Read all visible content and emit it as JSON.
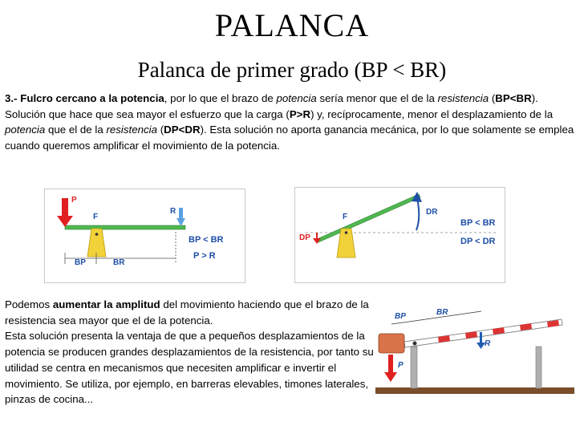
{
  "title": "PALANCA",
  "subtitle": "Palanca de primer grado (BP < BR)",
  "para1": {
    "prefix_bold": "3.- Fulcro cercano a la potencia",
    "t1": ", por lo que el brazo de ",
    "potencia1": "potencia",
    "t2": " sería menor que el de la ",
    "resistencia1": "resistencia",
    "t3": " (",
    "bp_br": "BP<BR",
    "t4": ").",
    "t5": "Solución que hace que sea mayor el esfuerzo que la carga (",
    "p_r": "P>R",
    "t6": ") y, recíprocamente, menor el desplazamiento de la ",
    "potencia2": "potencia",
    "t7": " que el de la ",
    "resistencia2": "resistencia",
    "t8": " (",
    "dp_dr": "DP<DR",
    "t9": "). Esta solución no aporta ganancia mecánica, por lo que solamente se emplea cuando queremos amplificar el movimiento de la potencia."
  },
  "para2": {
    "t1": "Podemos ",
    "bold": "aumentar la amplitud",
    "t2": " del movimiento haciendo que el brazo de la resistencia sea mayor que el de la potencia.",
    "t3": "Esta solución presenta la ventaja de que a pequeños desplazamientos de la potencia se producen grandes desplazamientos de la resistencia, por tanto su utilidad se centra en mecanismos que necesiten amplificar e invertir el movimiento. Se utiliza, por ejemplo, en barreras elevables, timones laterales, pinzas de cocina..."
  },
  "fig1": {
    "p": "P",
    "f": "F",
    "r": "R",
    "bp_br": "BP < BR",
    "p_r": "P > R",
    "bp": "BP",
    "br": "BR"
  },
  "fig2": {
    "f": "F",
    "dr": "DR",
    "dp": "DP",
    "bp_br": "BP < BR",
    "dp_dr": "DP < DR"
  },
  "fig3": {
    "bp": "BP",
    "br": "BR",
    "r": "R",
    "p": "P"
  },
  "colors": {
    "arrow_red": "#e02020",
    "arrow_blue": "#1e5fb4",
    "bar_green": "#4fb84f",
    "fulcrum": "#f2d23a",
    "label_blue": "#1e4fa6"
  }
}
